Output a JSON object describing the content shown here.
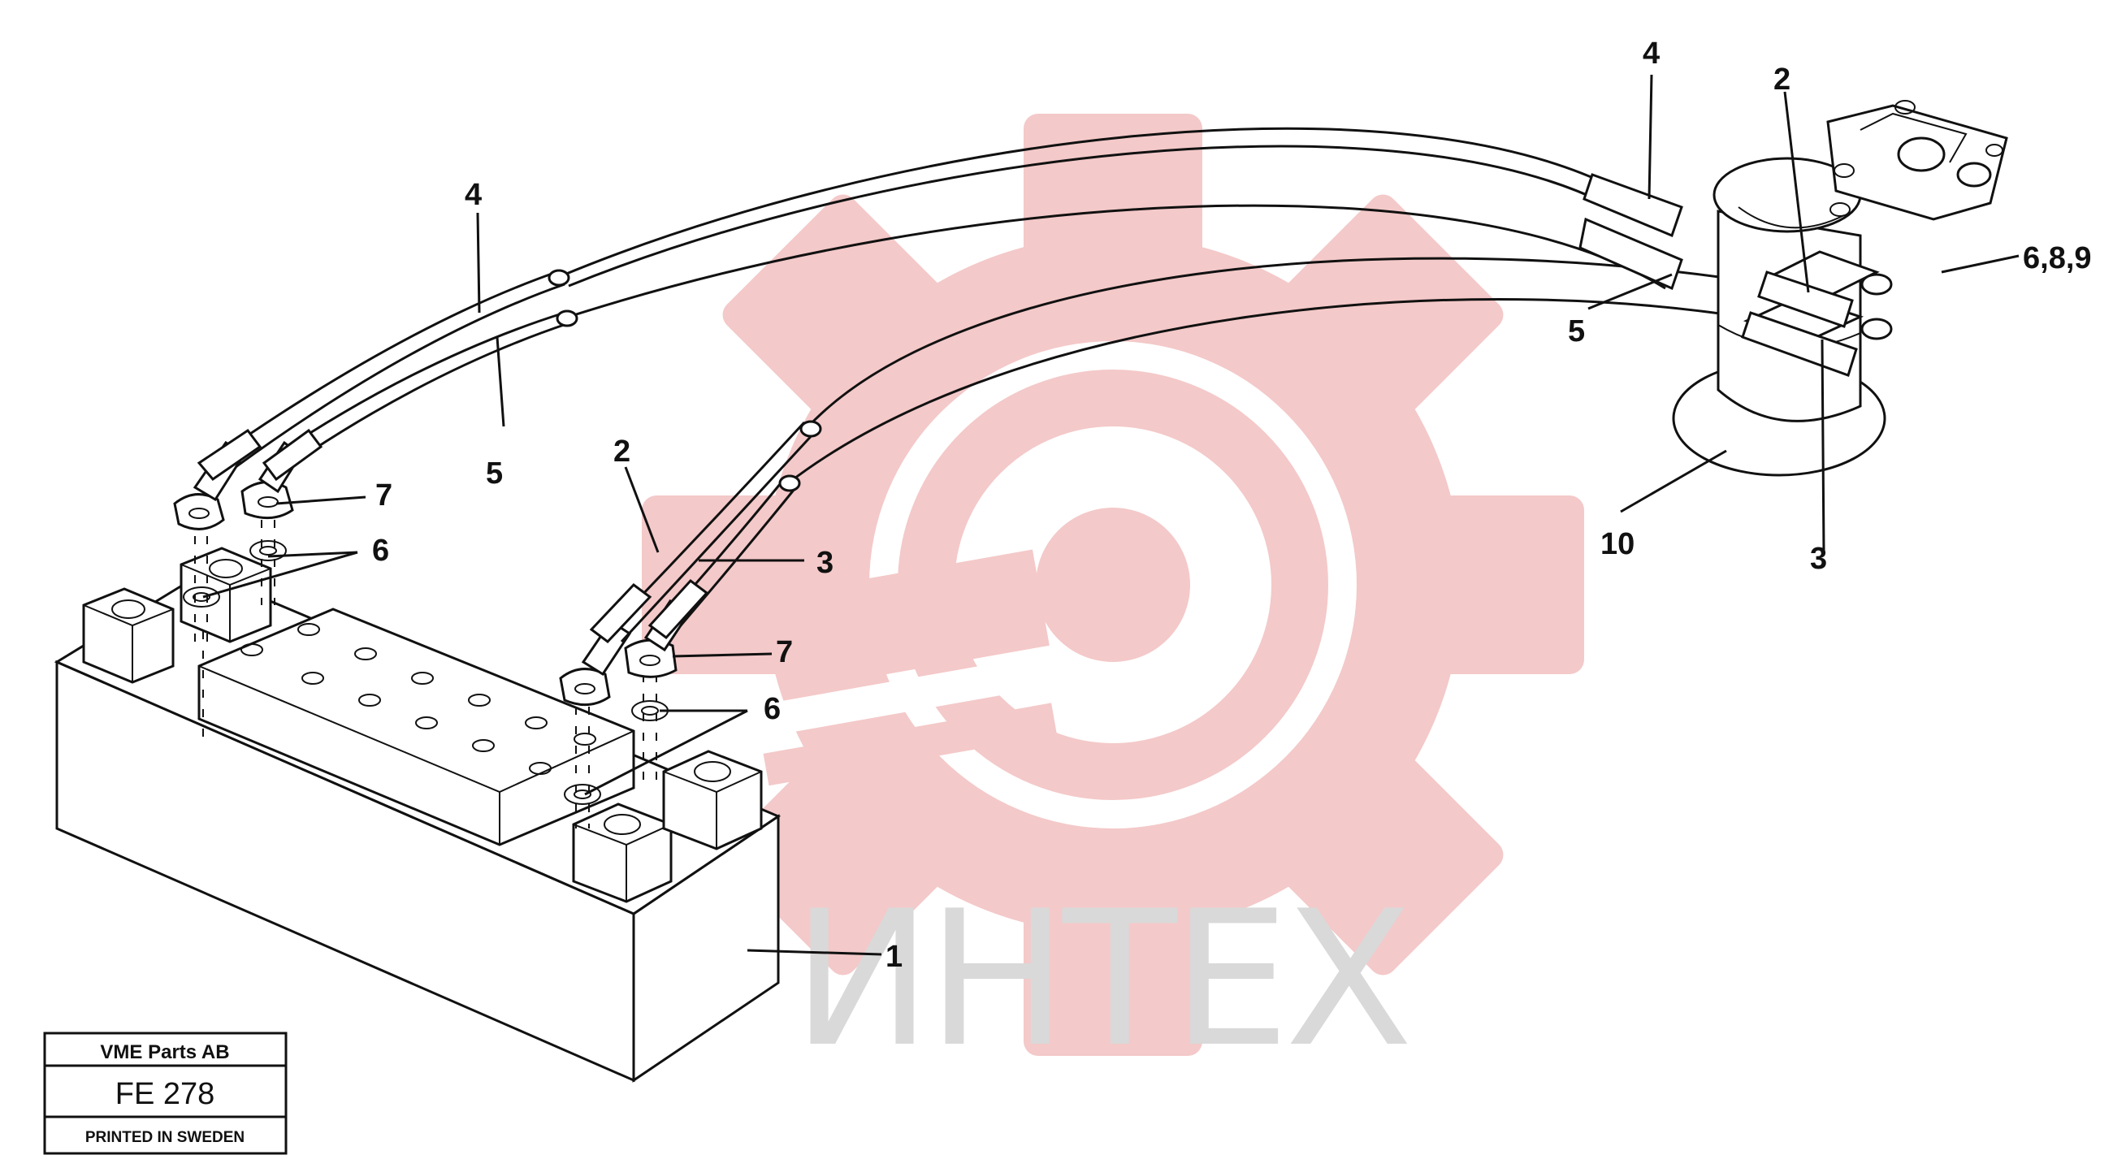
{
  "watermark": {
    "text": "ИНТЕХ",
    "gear_color": "#f4c9c9",
    "text_color": "#d9d9d9"
  },
  "callouts": {
    "battery": "1",
    "cable_2_left": "2",
    "cable_3_left": "3",
    "cable_4_left": "4",
    "cable_5_left": "5",
    "washer_6_upper": "6",
    "washer_6_lower": "6",
    "terminal_7_upper": "7",
    "terminal_7_lower": "7",
    "cable_4_right": "4",
    "cable_2_right": "2",
    "cable_5_right": "5",
    "cable_3_right": "3",
    "parts_6_8_9": "6,8,9",
    "starter_10": "10"
  },
  "title_block": {
    "company": "VME Parts AB",
    "drawing_number": "FE 278",
    "printed": "PRINTED IN SWEDEN"
  }
}
